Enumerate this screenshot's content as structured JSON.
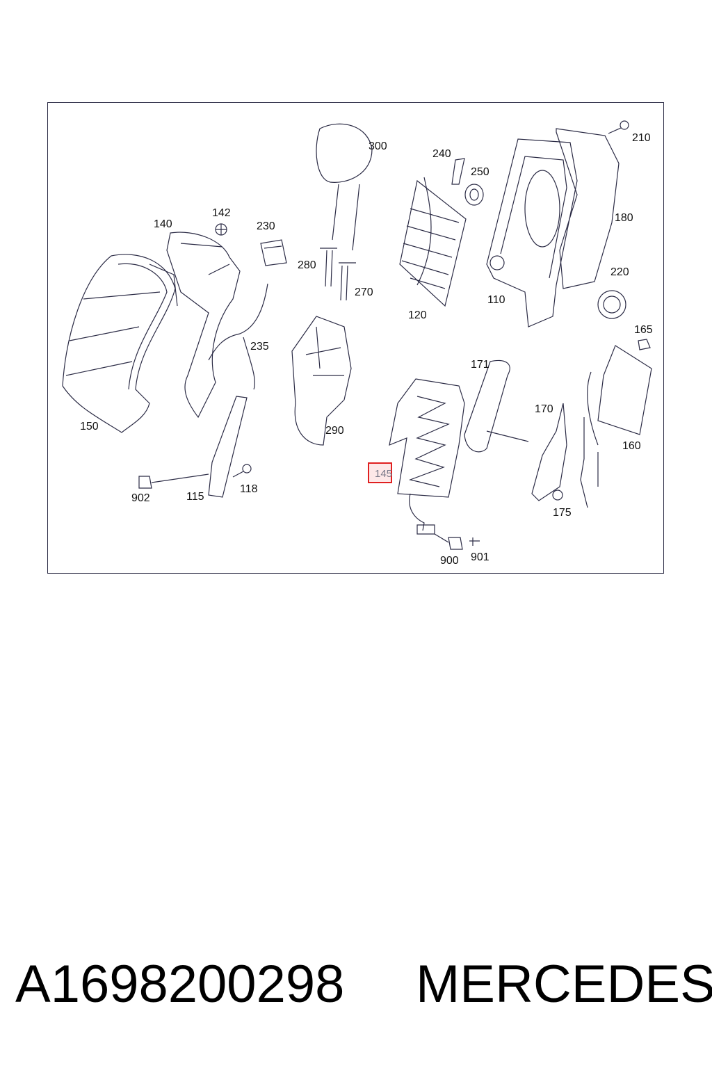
{
  "callouts": [
    {
      "id": "300",
      "text": "300"
    },
    {
      "id": "240",
      "text": "240"
    },
    {
      "id": "250",
      "text": "250"
    },
    {
      "id": "210",
      "text": "210"
    },
    {
      "id": "180",
      "text": "180"
    },
    {
      "id": "142",
      "text": "142"
    },
    {
      "id": "140",
      "text": "140"
    },
    {
      "id": "230",
      "text": "230"
    },
    {
      "id": "280",
      "text": "280"
    },
    {
      "id": "270",
      "text": "270"
    },
    {
      "id": "120",
      "text": "120"
    },
    {
      "id": "110",
      "text": "110"
    },
    {
      "id": "220",
      "text": "220"
    },
    {
      "id": "235",
      "text": "235"
    },
    {
      "id": "165",
      "text": "165"
    },
    {
      "id": "171",
      "text": "171"
    },
    {
      "id": "150",
      "text": "150"
    },
    {
      "id": "290",
      "text": "290"
    },
    {
      "id": "170",
      "text": "170"
    },
    {
      "id": "160",
      "text": "160"
    },
    {
      "id": "902",
      "text": "902"
    },
    {
      "id": "115",
      "text": "115"
    },
    {
      "id": "118",
      "text": "118"
    },
    {
      "id": "175",
      "text": "175"
    },
    {
      "id": "900",
      "text": "900"
    },
    {
      "id": "901",
      "text": "901"
    }
  ],
  "highlighted_callout": {
    "id": "145",
    "text": "145"
  },
  "part_number": "A1698200298",
  "brand": "MERCEDES",
  "colors": {
    "highlight_border": "#e02020",
    "highlight_fill": "#fde8e8",
    "line": "#2b2b45"
  }
}
